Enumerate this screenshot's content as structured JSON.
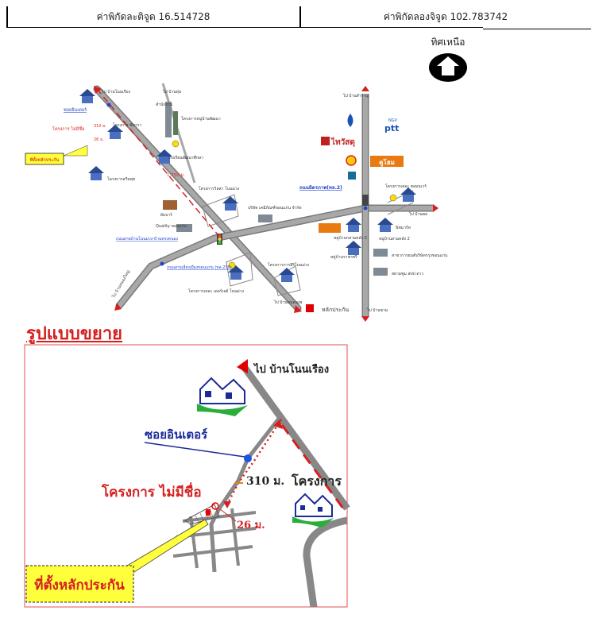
{
  "header": {
    "latitude_label": "ค่าพิกัดละติจูด 16.514728",
    "longitude_label": "ค่าพิกัดลองจิจูด 102.783742"
  },
  "north": {
    "label": "ทิศเหนือ"
  },
  "overview_map": {
    "labels": {
      "to_ban_non_ruang": "ไป บ้านโนนเรือง",
      "to_ban_tum": "ไป บ้านทุ่ม",
      "soi_inter": "ซอยอินเตอร์",
      "project_no_name": "โครงการ ไม่มีชื่อ",
      "dist_310": "310 ม.",
      "dist_26": "26 ม.",
      "collateral": "ที่ตั้งหลักประกัน",
      "project_pimara": "โครงการ พิมารา",
      "tambon_office": "สำนักงาน",
      "project_phatthana": "โครงการหมู่บ้านพัฒนา",
      "school": "โรงเรียนพัฒนาศึกษา",
      "dist_1750": "1,750 ม.",
      "project_sabai": "โครงการสวีทสุข",
      "project_villa": "โครงการวิลล่า โนนม่วง",
      "company": "บริษัท เคมีภัณฑ์ขอนแก่น จำกัด",
      "pub": "ผับบาร์",
      "quality_house": "Quality ขอนแก่น",
      "road_ban_non_muang": "ถนนสายบ้านโนนม่วง-บ้านทรงคนอง",
      "to_ban_nong_yai": "ไป บ้านหนองใหญ่",
      "road_khon_kaen": "ถนนสายเลี่ยงเมืองขอนแก่น (ทล.230)",
      "project_siri": "โครงการการสิริโนนม่วง",
      "project_the_village": "โครงการเดอะ เดอร์เลย์ โนนม่วง",
      "to_ban_nong_phai": "ไป บ้านหนองแพ",
      "road_mittraphap": "ถนนมิตรภาพ(ทล.2)",
      "project_khamsawan": "โครงการเดอะ ฮอมนเวร์",
      "to_ban_samran": "ไป บ้านสำราญ",
      "to_ban_phon": "ไป บ้านพล",
      "to_ban_kham": "ไป บ้านขาม",
      "village_3": "หมู่บ้านกสามคลัง 3",
      "village_2": "หมู่บ้านสามคลัง 2",
      "village_rachasri": "หมู่บ้านราชาศรี",
      "plan_center": "สาขาการยนต์บริษัทกรุงขอนแก่น",
      "hostel_siam": "สยามซูม สปป ดาว",
      "nichmart": "นิชมาร์ท",
      "thaiwatsadu": "ไทวัสดุ",
      "ptt": "ptt",
      "ngv": "NGV",
      "ku_hom": "คูโฮม",
      "legend": "หลักประกัน"
    },
    "colors": {
      "road": "#9a9a9a",
      "route": "#d62020",
      "box": "#ffff3c"
    }
  },
  "detail_map": {
    "title": "รูปแบบขยาย",
    "labels": {
      "to_ban_non_ruang": "ไป บ้านโนนเรือง",
      "soi_inter": "ซอยอินเตอร์",
      "project_no_name": "โครงการ ไม่มีชื่อ",
      "dist_310": "310 ม.",
      "project": "โครงการ",
      "dist_26": "26 ม.",
      "collateral": "ที่ตั้งหลักประกัน"
    }
  }
}
